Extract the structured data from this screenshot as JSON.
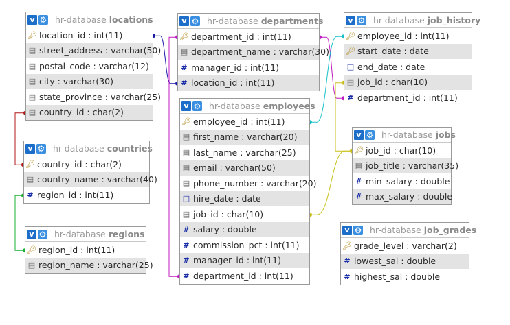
{
  "tables": [
    {
      "db": "hr-database",
      "name": "locations",
      "columns": [
        {
          "text": "location_id : int(11)",
          "icon": "key-icon"
        },
        {
          "text": "street_address : varchar(50)",
          "icon": "text-field-icon"
        },
        {
          "text": "postal_code : varchar(12)",
          "icon": "text-field-icon"
        },
        {
          "text": "city : varchar(30)",
          "icon": "text-field-icon"
        },
        {
          "text": "state_province : varchar(25)",
          "icon": "text-field-icon"
        },
        {
          "text": "country_id : char(2)",
          "icon": "text-field-icon"
        }
      ]
    },
    {
      "db": "hr-database",
      "name": "departments",
      "columns": [
        {
          "text": "department_id : int(11)",
          "icon": "key-icon"
        },
        {
          "text": "department_name : varchar(30)",
          "icon": "text-field-icon"
        },
        {
          "text": "manager_id : int(11)",
          "icon": "numeric-field-icon"
        },
        {
          "text": "location_id : int(11)",
          "icon": "numeric-field-icon"
        }
      ]
    },
    {
      "db": "hr-database",
      "name": "job_history",
      "columns": [
        {
          "text": "employee_id : int(11)",
          "icon": "key-icon"
        },
        {
          "text": "start_date : date",
          "icon": "key-icon"
        },
        {
          "text": "end_date : date",
          "icon": "date-field-icon"
        },
        {
          "text": "job_id : char(10)",
          "icon": "text-field-icon"
        },
        {
          "text": "department_id : int(11)",
          "icon": "numeric-field-icon"
        }
      ]
    },
    {
      "db": "hr-database",
      "name": "employees",
      "columns": [
        {
          "text": "employee_id : int(11)",
          "icon": "key-icon"
        },
        {
          "text": "first_name : varchar(20)",
          "icon": "text-field-icon"
        },
        {
          "text": "last_name : varchar(25)",
          "icon": "text-field-icon"
        },
        {
          "text": "email : varchar(50)",
          "icon": "text-field-icon"
        },
        {
          "text": "phone_number : varchar(20)",
          "icon": "text-field-icon"
        },
        {
          "text": "hire_date : date",
          "icon": "date-field-icon"
        },
        {
          "text": "job_id : char(10)",
          "icon": "text-field-icon"
        },
        {
          "text": "salary : double",
          "icon": "numeric-field-icon"
        },
        {
          "text": "commission_pct : int(11)",
          "icon": "numeric-field-icon"
        },
        {
          "text": "manager_id : int(11)",
          "icon": "numeric-field-icon"
        },
        {
          "text": "department_id : int(11)",
          "icon": "numeric-field-icon"
        }
      ]
    },
    {
      "db": "hr-database",
      "name": "countries",
      "columns": [
        {
          "text": "country_id : char(2)",
          "icon": "key-icon"
        },
        {
          "text": "country_name : varchar(40)",
          "icon": "text-field-icon"
        },
        {
          "text": "region_id : int(11)",
          "icon": "numeric-field-icon"
        }
      ]
    },
    {
      "db": "hr-database",
      "name": "regions",
      "columns": [
        {
          "text": "region_id : int(11)",
          "icon": "key-icon"
        },
        {
          "text": "region_name : varchar(25)",
          "icon": "text-field-icon"
        }
      ]
    },
    {
      "db": "hr-database",
      "name": "jobs",
      "columns": [
        {
          "text": "job_id : char(10)",
          "icon": "key-icon"
        },
        {
          "text": "job_title : varchar(35)",
          "icon": "text-field-icon"
        },
        {
          "text": "min_salary : double",
          "icon": "numeric-field-icon"
        },
        {
          "text": "max_salary : double",
          "icon": "numeric-field-icon"
        }
      ]
    },
    {
      "db": "hr-database",
      "name": "job_grades",
      "columns": [
        {
          "text": "grade_level : varchar(2)",
          "icon": "key-icon"
        },
        {
          "text": "lowest_sal : double",
          "icon": "numeric-field-icon"
        },
        {
          "text": "highest_sal : double",
          "icon": "numeric-field-icon"
        }
      ]
    }
  ],
  "relations": [
    {
      "from": "departments.location_id",
      "to": "locations.location_id",
      "color": "#1a1aa8"
    },
    {
      "from": "locations.country_id",
      "to": "countries.country_id",
      "color": "#b01818"
    },
    {
      "from": "countries.region_id",
      "to": "regions.region_id",
      "color": "#18b030"
    },
    {
      "from": "employees.department_id",
      "to": "departments.department_id",
      "color": "#c018c0"
    },
    {
      "from": "job_history.department_id",
      "to": "departments.department_id",
      "color": "#c018c0"
    },
    {
      "from": "job_history.employee_id",
      "to": "employees.employee_id",
      "color": "#18c0c8"
    },
    {
      "from": "employees.job_id",
      "to": "jobs.job_id",
      "color": "#c8c018"
    },
    {
      "from": "job_history.job_id",
      "to": "jobs.job_id",
      "color": "#c8c018"
    }
  ]
}
